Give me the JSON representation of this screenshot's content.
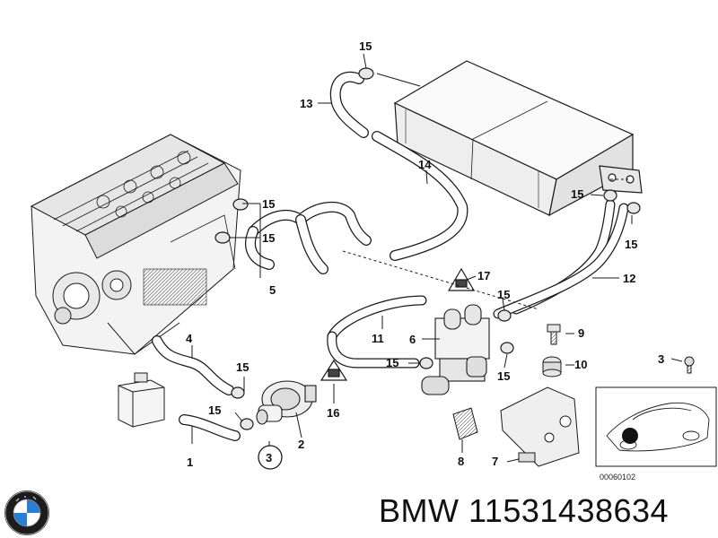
{
  "diagram": {
    "callouts": {
      "c1": "1",
      "c2": "2",
      "c3": "3",
      "c3b": "3",
      "c4": "4",
      "c5": "5",
      "c6": "6",
      "c7": "7",
      "c8": "8",
      "c9": "9",
      "c10": "10",
      "c11": "11",
      "c12": "12",
      "c13": "13",
      "c14": "14",
      "c15a": "15",
      "c15b": "15",
      "c15c": "15",
      "c15d": "15",
      "c15e": "15",
      "c15f": "15",
      "c15g": "15",
      "c15h": "15",
      "c15i": "15",
      "c16": "16",
      "c17": "17"
    },
    "drawing_number": "00060102"
  },
  "title": {
    "brand": "BMW",
    "part_number": "11531438634"
  },
  "logo": {
    "icon": "bmw-roundel-icon"
  },
  "colors": {
    "line": "#1a1a1a",
    "fill_light": "#f2f2f2",
    "fill_mid": "#d9d9d9",
    "background": "#ffffff"
  }
}
